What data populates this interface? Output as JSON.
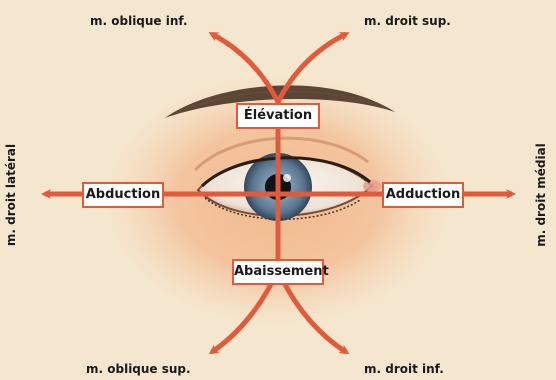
{
  "muscles": {
    "oblique_inf": "m. oblique inf.",
    "droit_sup": "m. droit sup.",
    "droit_lateral": "m. droit latéral",
    "droit_medial": "m. droit médial",
    "oblique_sup": "m. oblique sup.",
    "droit_inf": "m. droit inf."
  },
  "movements": {
    "elevation": "Élévation",
    "abduction": "Abduction",
    "adduction": "Adduction",
    "abaissement": "Abaissement"
  },
  "colors": {
    "arrow": "#e25a3c",
    "background": "#f5e7cf",
    "iris": "#5a7a9a",
    "skin": "#f0b98c"
  }
}
